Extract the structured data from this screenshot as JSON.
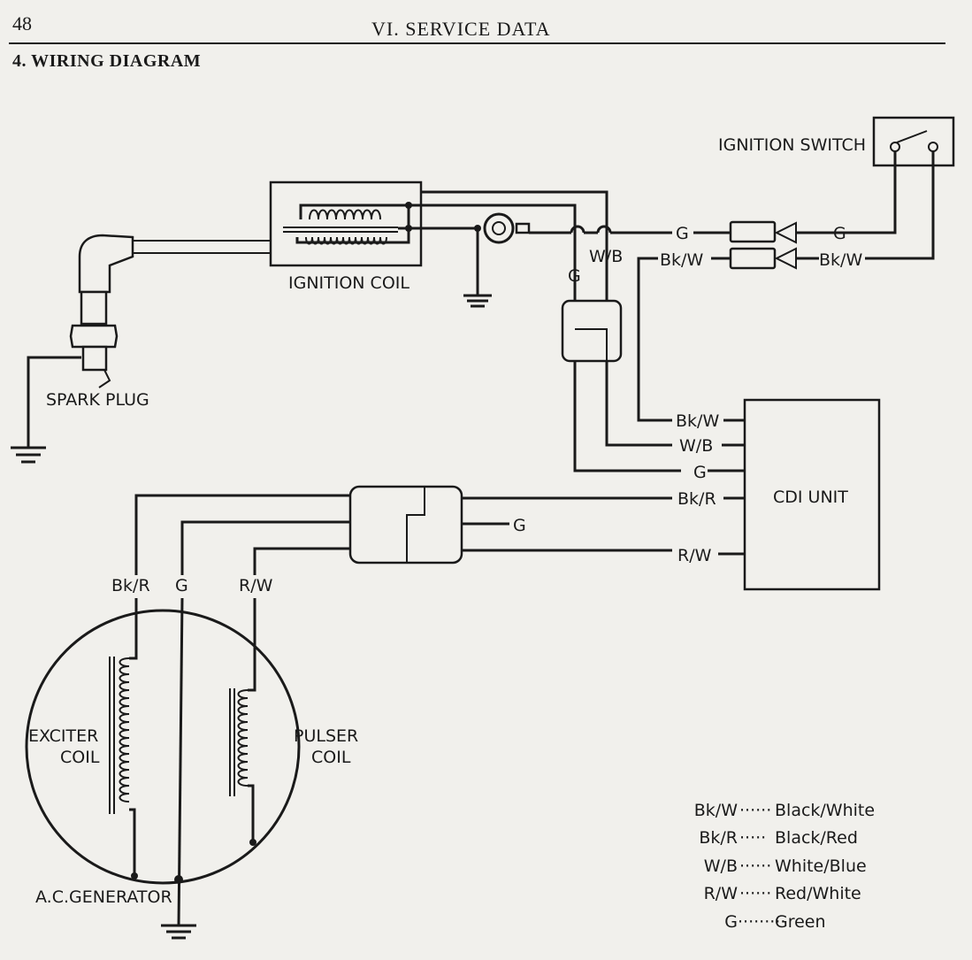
{
  "header": {
    "page_number": "48",
    "section": "VI. SERVICE DATA",
    "title": "4. WIRING DIAGRAM"
  },
  "components": {
    "ignition_switch": "IGNITION SWITCH",
    "ignition_coil": "IGNITION COIL",
    "spark_plug": "SPARK PLUG",
    "cdi_unit": "CDI UNIT",
    "exciter_coil_line1": "EXCITER",
    "exciter_coil_line2": "COIL",
    "pulser_coil_line1": "PULSER",
    "pulser_coil_line2": "COIL",
    "ac_generator": "A.C.GENERATOR"
  },
  "wire_labels": {
    "switch_g_right": "G",
    "switch_g_left": "G",
    "switch_bkw_right": "Bk/W",
    "switch_bkw_left": "Bk/W",
    "coil_g": "G",
    "coil_wb": "W/B",
    "cdi_bkw": "Bk/W",
    "cdi_wb": "W/B",
    "cdi_g": "G",
    "cdi_bkr": "Bk/R",
    "cdi_rw": "R/W",
    "connector_g": "G",
    "gen_bkr": "Bk/R",
    "gen_g": "G",
    "gen_rw": "R/W"
  },
  "legend": [
    {
      "code": "Bk/W",
      "dots": "······",
      "meaning": "Black/White"
    },
    {
      "code": "Bk/R",
      "dots": "·····",
      "meaning": "Black/Red"
    },
    {
      "code": "W/B",
      "dots": "······",
      "meaning": "White/Blue"
    },
    {
      "code": "R/W",
      "dots": "······",
      "meaning": "Red/White"
    },
    {
      "code": "G",
      "dots": "·········",
      "meaning": "Green"
    }
  ]
}
